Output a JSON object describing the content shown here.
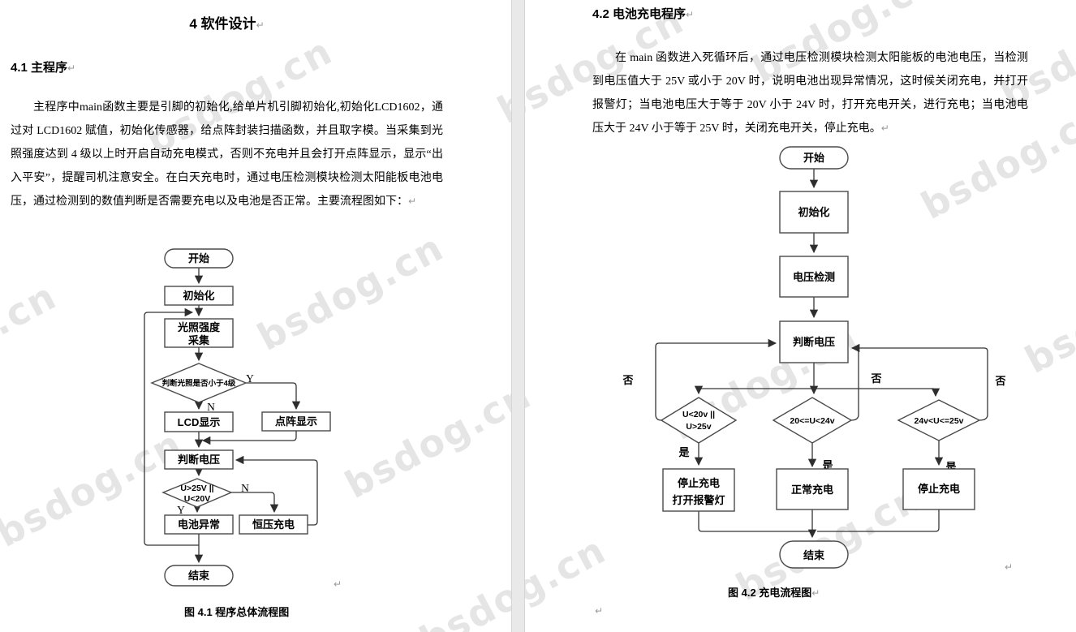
{
  "watermark": {
    "text": "bsdog.cn"
  },
  "marks": {
    "pilcrow": "↵"
  },
  "page_left": {
    "title": "4 软件设计",
    "heading": "4.1 主程序",
    "body": "主程序中main函数主要是引脚的初始化,给单片机引脚初始化,初始化LCD1602，通过对 LCD1602 赋值，初始化传感器，给点阵封装扫描函数，并且取字模。当采集到光照强度达到 4 级以上时开启自动充电模式，否则不充电并且会打开点阵显示，显示“出入平安”，提醒司机注意安全。在白天充电时，通过电压检测模块检测太阳能板电池电压，通过检测到的数值判断是否需要充电以及电池是否正常。主要流程图如下：",
    "caption": "图 4.1  程序总体流程图",
    "flow": {
      "start": "开始",
      "init": "初始化",
      "light_line1": "光照强度",
      "light_line2": "采集",
      "decide_light": "判断光照是否小于4级",
      "label_y": "Y",
      "label_n": "N",
      "lcd": "LCD显示",
      "matrix": "点阵显示",
      "judge_voltage": "判断电压",
      "cond_line1": "U>25V ||",
      "cond_line2": "U<20V",
      "battery_abnormal": "电池异常",
      "cv_charge": "恒压充电",
      "end": "结束"
    }
  },
  "page_right": {
    "heading": "4.2 电池充电程序",
    "body": "在 main 函数进入死循环后，通过电压检测模块检测太阳能板的电池电压，当检测到电压值大于 25V 或小于 20V 时，说明电池出现异常情况，这时候关闭充电，并打开报警灯；当电池电压大于等于 20V 小于 24V 时，打开充电开关，进行充电；当电池电压大于 24V 小于等于 25V 时，关闭充电开关，停止充电。",
    "caption": "图 4.2  充电流程图",
    "flow": {
      "start": "开始",
      "init": "初始化",
      "detect": "电压检测",
      "judge": "判断电压",
      "no": "否",
      "yes": "是",
      "cond1_line1": "U<20v ||",
      "cond1_line2": "U>25v",
      "cond2": "20<=U<24v",
      "cond3": "24v<U<=25v",
      "res1_line1": "停止充电",
      "res1_line2": "打开报警灯",
      "res2": "正常充电",
      "res3": "停止充电",
      "end": "结束"
    }
  }
}
